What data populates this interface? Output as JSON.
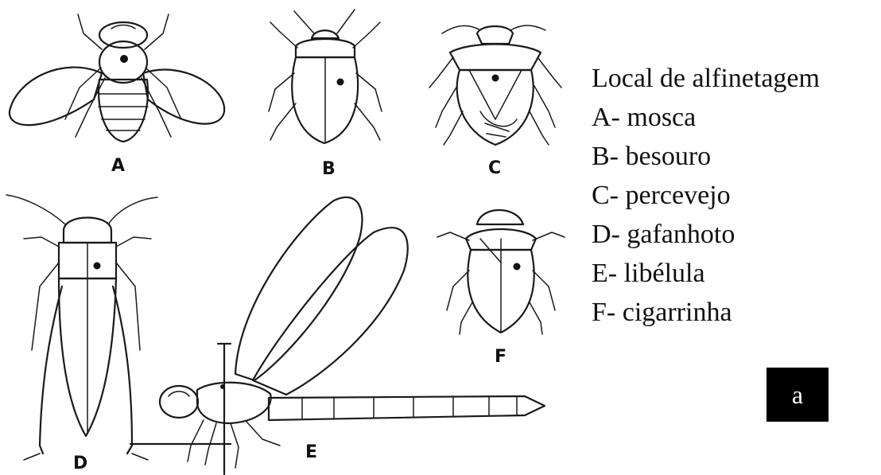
{
  "figure_labels": {
    "a": "A",
    "b": "B",
    "c": "C",
    "d": "D",
    "e": "E",
    "f": "F"
  },
  "legend": {
    "title": "Local de alfinetagem",
    "items": [
      "A- mosca",
      "B- besouro",
      "C- percevejo",
      "D- gafanhoto",
      "E- libélula",
      "F- cigarrinha"
    ]
  },
  "panel_tag": "a"
}
